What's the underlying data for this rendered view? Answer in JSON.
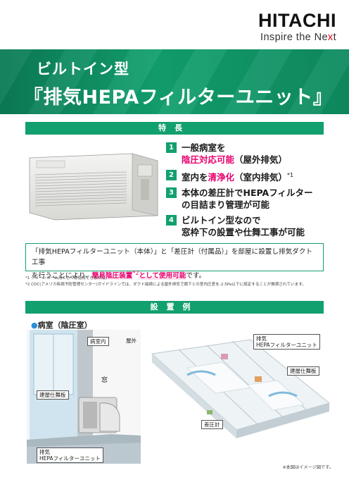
{
  "brand": {
    "name": "HITACHI",
    "tagline_prefix": "Inspire the Ne",
    "tagline_x": "x",
    "tagline_suffix": "t"
  },
  "banner": {
    "subtitle": "ビルトイン型",
    "title": "『排気HEPAフィルターユニット』",
    "colors": {
      "bg": "#12a06e",
      "text": "#ffffff"
    }
  },
  "features_section": {
    "heading": "特長",
    "items": [
      {
        "num": "1",
        "line1": "一般病室を",
        "line2_pink": "陰圧対応可能",
        "line2_rest": "（屋外排気）"
      },
      {
        "num": "2",
        "pre": "室内を",
        "pink": "清浄化",
        "post": "（室内排気）",
        "sup": "*1"
      },
      {
        "num": "3",
        "line1": "本体の差圧計でHEPAフィルター",
        "line2": "の目詰まり管理が可能"
      },
      {
        "num": "4",
        "line1": "ビルトイン型なので",
        "line2": "窓枠下の設置や仕舞工事が可能"
      }
    ]
  },
  "note": {
    "line1": "「排気HEPAフィルターユニット（本体）」と「差圧計（付属品）」を部屋に設置し排気ダクト工事",
    "line2_pre": "を行うことにより、",
    "line2_hl1": "簡易陰圧装置",
    "line2_sup": "*2",
    "line2_hl2": "として使用可能",
    "line2_post": "です。"
  },
  "footnotes": [
    "*1 クリーンルーム用としては使用できません。",
    "*2 CDC(アメリカ疾病予防管理センター)ガイドラインでは、ダクト接続による屋外排気で廊下との室内圧差を-2.5Pa以下に設定することが推奨されています。"
  ],
  "example_section": {
    "heading": "設置例",
    "room_bullet": "●",
    "room_label": "病室（陰圧室）",
    "left_labels": {
      "indoor": "病室内",
      "outdoor": "屋外",
      "window": "窓",
      "panel": "建屋仕舞板",
      "unit_l1": "排気",
      "unit_l2": "HEPAフィルターユニット"
    },
    "right_labels": {
      "unit_l1": "排気",
      "unit_l2": "HEPAフィルターユニット",
      "panel": "建屋仕舞板",
      "gauge": "差圧計"
    },
    "caption": "※本図はイメージ図です。"
  },
  "colors": {
    "accent_green": "#12a06e",
    "accent_pink": "#e6006e",
    "logo_red": "#e60012"
  }
}
